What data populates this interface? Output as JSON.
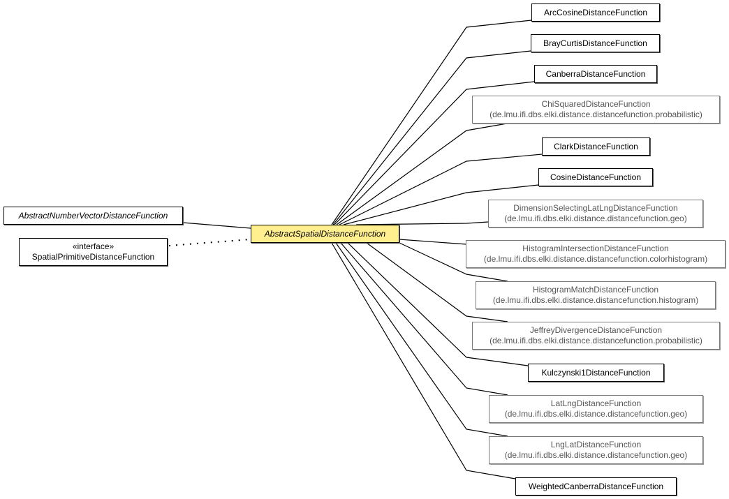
{
  "diagram": {
    "type": "uml-class-hierarchy",
    "colors": {
      "focus_fill": "#ffef8f",
      "default_border": "#000000",
      "external_border": "#7a7a7a",
      "external_text": "#555555",
      "edge": "#000000"
    },
    "focus": {
      "name": "AbstractSpatialDistanceFunction",
      "abstract": true
    },
    "parents": [
      {
        "name": "AbstractNumberVectorDistanceFunction",
        "abstract": true,
        "relation": "extends"
      },
      {
        "stereotype": "«interface»",
        "name": "SpatialPrimitiveDistanceFunction",
        "relation": "implements"
      }
    ],
    "children": [
      {
        "name": "ArcCosineDistanceFunction",
        "package": ""
      },
      {
        "name": "BrayCurtisDistanceFunction",
        "package": ""
      },
      {
        "name": "CanberraDistanceFunction",
        "package": ""
      },
      {
        "name": "ChiSquaredDistanceFunction",
        "package": "(de.lmu.ifi.dbs.elki.distance.distancefunction.probabilistic)"
      },
      {
        "name": "ClarkDistanceFunction",
        "package": ""
      },
      {
        "name": "CosineDistanceFunction",
        "package": ""
      },
      {
        "name": "DimensionSelectingLatLngDistanceFunction",
        "package": "(de.lmu.ifi.dbs.elki.distance.distancefunction.geo)"
      },
      {
        "name": "HistogramIntersectionDistanceFunction",
        "package": "(de.lmu.ifi.dbs.elki.distance.distancefunction.colorhistogram)"
      },
      {
        "name": "HistogramMatchDistanceFunction",
        "package": "(de.lmu.ifi.dbs.elki.distance.distancefunction.histogram)"
      },
      {
        "name": "JeffreyDivergenceDistanceFunction",
        "package": "(de.lmu.ifi.dbs.elki.distance.distancefunction.probabilistic)"
      },
      {
        "name": "Kulczynski1DistanceFunction",
        "package": ""
      },
      {
        "name": "LatLngDistanceFunction",
        "package": "(de.lmu.ifi.dbs.elki.distance.distancefunction.geo)"
      },
      {
        "name": "LngLatDistanceFunction",
        "package": "(de.lmu.ifi.dbs.elki.distance.distancefunction.geo)"
      },
      {
        "name": "WeightedCanberraDistanceFunction",
        "package": ""
      }
    ]
  }
}
